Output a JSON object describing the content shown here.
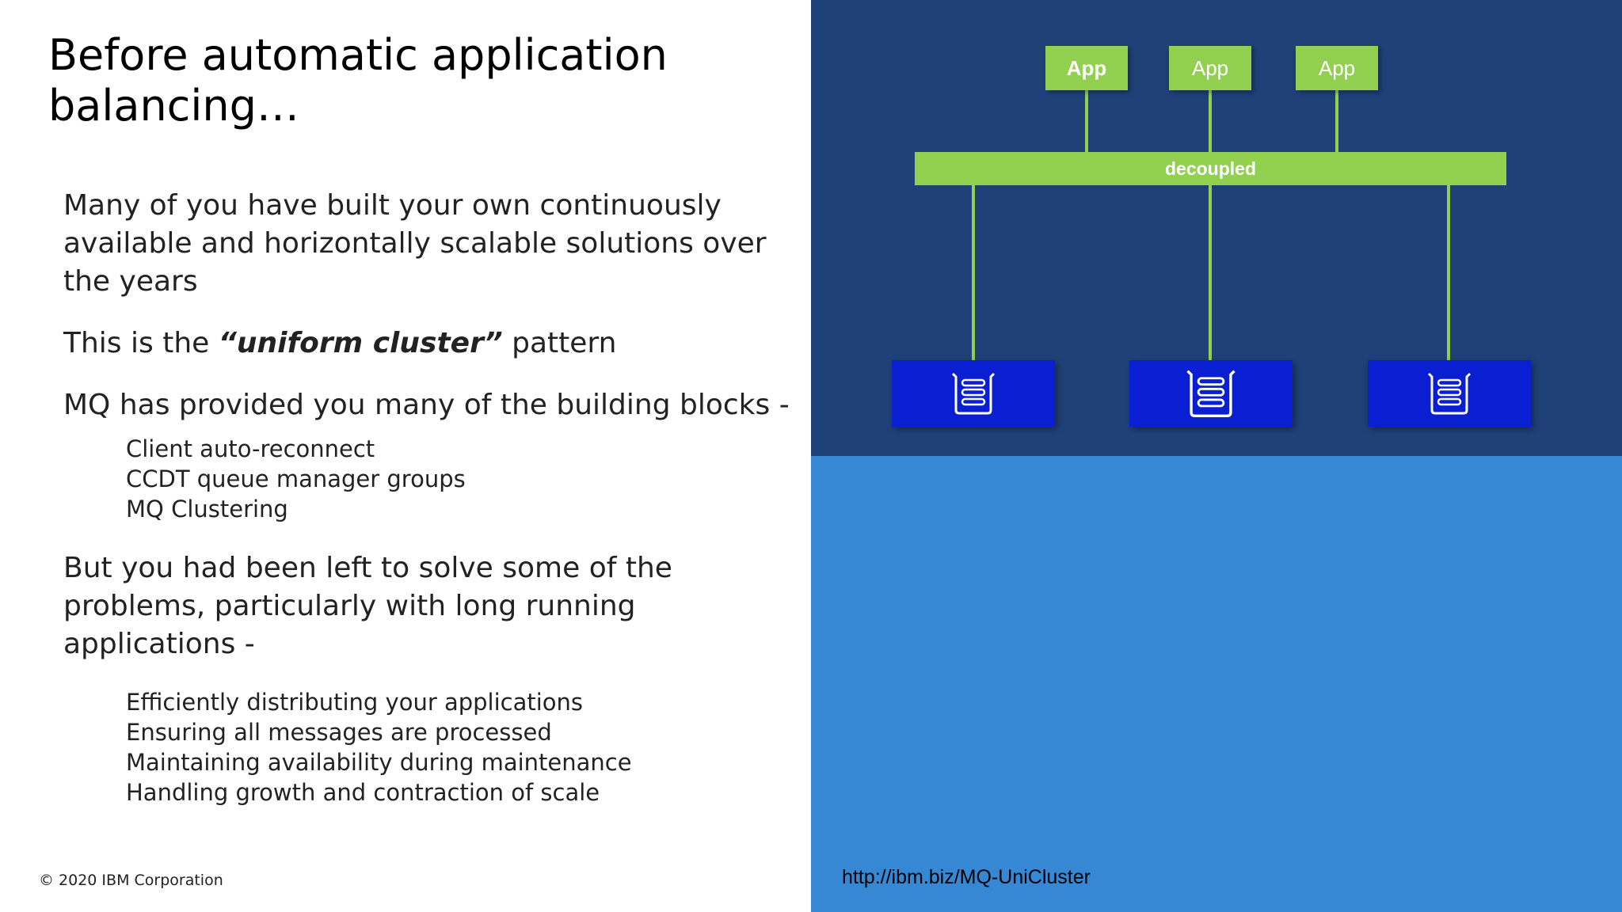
{
  "slide": {
    "title": "Before automatic application balancing…",
    "paragraphs": {
      "p1": "Many of you have built your own continuously available and horizontally scalable solutions over the years",
      "p2_prefix": "This is the ",
      "p2_emphasis": "“uniform cluster”",
      "p2_suffix": " pattern",
      "p3": "MQ has provided you many of the building blocks -",
      "p4": "But you had been left to solve some of the problems, particularly with long running applications -"
    },
    "building_blocks": [
      "Client auto-reconnect",
      "CCDT queue manager groups",
      "MQ Clustering"
    ],
    "problems": [
      "Efficiently distributing your applications",
      "Ensuring all messages are processed",
      "Maintaining availability during maintenance",
      "Handling growth and contraction of scale"
    ],
    "copyright": "© 2020 IBM Corporation"
  },
  "diagram": {
    "apps": [
      "App",
      "App",
      "App"
    ],
    "bar_label": "decoupled",
    "queue_managers": [
      "queue-manager-icon",
      "queue-manager-icon",
      "queue-manager-icon"
    ],
    "url": "http://ibm.biz/MQ-UniCluster",
    "colors": {
      "green": "#92d050",
      "dark_navy": "#1f4178",
      "light_blue": "#3788d4",
      "qm_blue": "#0a1fd1"
    }
  }
}
